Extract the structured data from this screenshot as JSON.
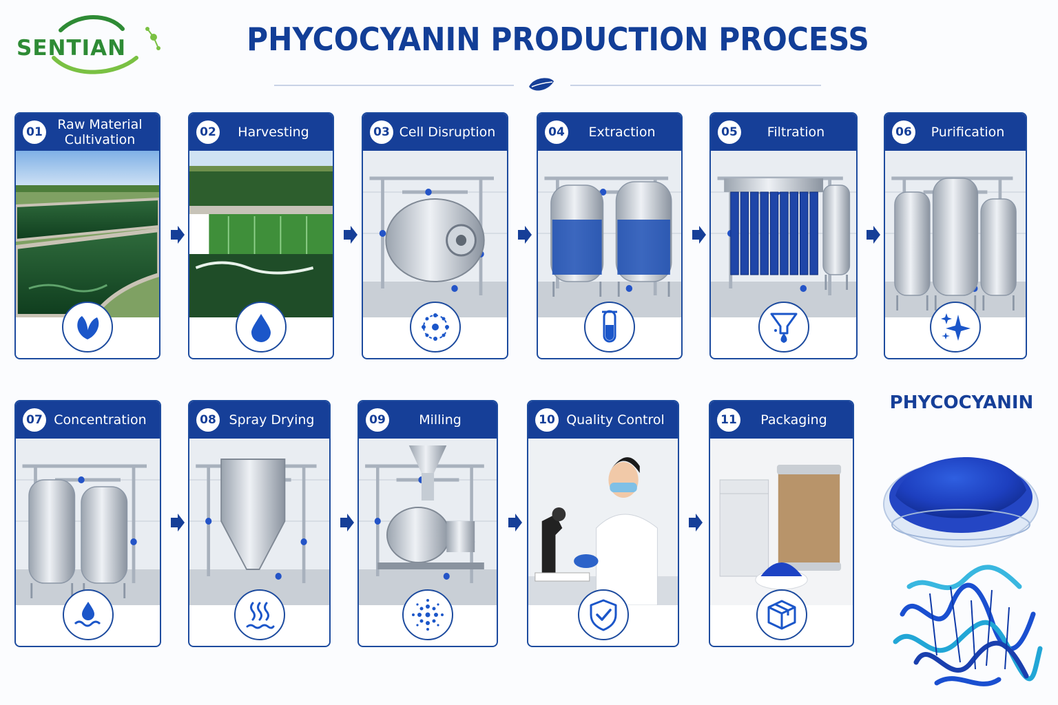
{
  "brand": {
    "name": "SENTIAN",
    "colors": {
      "green": "#2e8b35",
      "lime": "#7ac143"
    }
  },
  "title": "PHYCOCYANIN PRODUCTION PROCESS",
  "accent_color": "#163f98",
  "steps": [
    {
      "number": "01",
      "label": "Raw Material\nCultivation",
      "icon": "leaf-icon",
      "photo": "open algae cultivation ponds"
    },
    {
      "number": "02",
      "label": "Harvesting",
      "icon": "water-drop-icon",
      "photo": "green water spillway"
    },
    {
      "number": "03",
      "label": "Cell Disruption",
      "icon": "cell-ring-icon",
      "photo": "stainless disruptor machine"
    },
    {
      "number": "04",
      "label": "Extraction",
      "icon": "test-tube-icon",
      "photo": "blue extraction tanks"
    },
    {
      "number": "05",
      "label": "Filtration",
      "icon": "funnel-icon",
      "photo": "filter press"
    },
    {
      "number": "06",
      "label": "Purification",
      "icon": "sparkle-icon",
      "photo": "purification vessels"
    },
    {
      "number": "07",
      "label": "Concentration",
      "icon": "drop-wave-icon",
      "photo": "concentration tanks"
    },
    {
      "number": "08",
      "label": "Spray Drying",
      "icon": "heat-waves-icon",
      "photo": "spray dryer tower"
    },
    {
      "number": "09",
      "label": "Milling",
      "icon": "particles-icon",
      "photo": "milling machine"
    },
    {
      "number": "10",
      "label": "Quality Control",
      "icon": "shield-check-icon",
      "photo": "scientist at microscope"
    },
    {
      "number": "11",
      "label": "Packaging",
      "icon": "box-icon",
      "photo": "foil bag and fiber drum"
    }
  ],
  "product": {
    "label": "PHYCOCYANIN"
  }
}
